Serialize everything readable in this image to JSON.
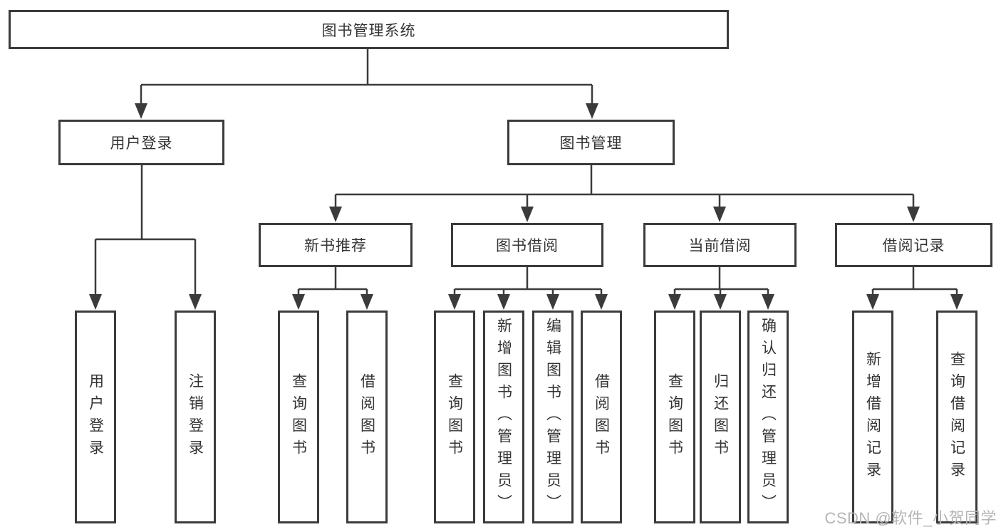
{
  "tree": {
    "label": "图书管理系统",
    "children": [
      {
        "label": "用户登录",
        "children": [
          {
            "label": "用户登录"
          },
          {
            "label": "注销登录"
          }
        ]
      },
      {
        "label": "图书管理",
        "children": [
          {
            "label": "新书推荐",
            "children": [
              {
                "label": "查询图书"
              },
              {
                "label": "借阅图书"
              }
            ]
          },
          {
            "label": "图书借阅",
            "children": [
              {
                "label": "查询图书"
              },
              {
                "label": "新增图书（管理员）"
              },
              {
                "label": "编辑图书（管理员）"
              },
              {
                "label": "借阅图书"
              }
            ]
          },
          {
            "label": "当前借阅",
            "children": [
              {
                "label": "查询图书"
              },
              {
                "label": "归还图书"
              },
              {
                "label": "确认归还（管理员）"
              }
            ]
          },
          {
            "label": "借阅记录",
            "children": [
              {
                "label": "新增借阅记录"
              },
              {
                "label": "查询借阅记录"
              }
            ]
          }
        ]
      }
    ]
  },
  "watermark": "CSDN @软件_小贺同学",
  "colors": {
    "line": "#3b3b3b",
    "border": "#3b3b3b",
    "text": "#333333",
    "watermark": "#b5b5b5",
    "background": "#ffffff"
  }
}
